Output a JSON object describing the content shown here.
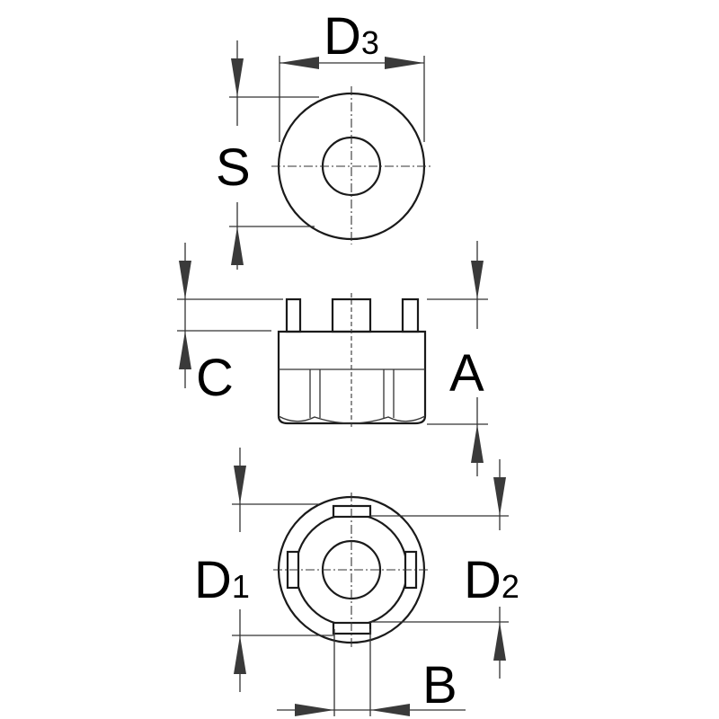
{
  "title": "Slotted round nut socket dimensions",
  "labels": {
    "d3": {
      "main": "D",
      "sub": "3"
    },
    "s": {
      "main": "S"
    },
    "c": {
      "main": "C"
    },
    "a": {
      "main": "A"
    },
    "d1": {
      "main": "D",
      "sub": "1"
    },
    "d2": {
      "main": "D",
      "sub": "2"
    },
    "b": {
      "main": "B"
    }
  },
  "colors": {
    "line": "#1a1a1a",
    "arrow": "#3a3a3a",
    "background": "#ffffff"
  }
}
